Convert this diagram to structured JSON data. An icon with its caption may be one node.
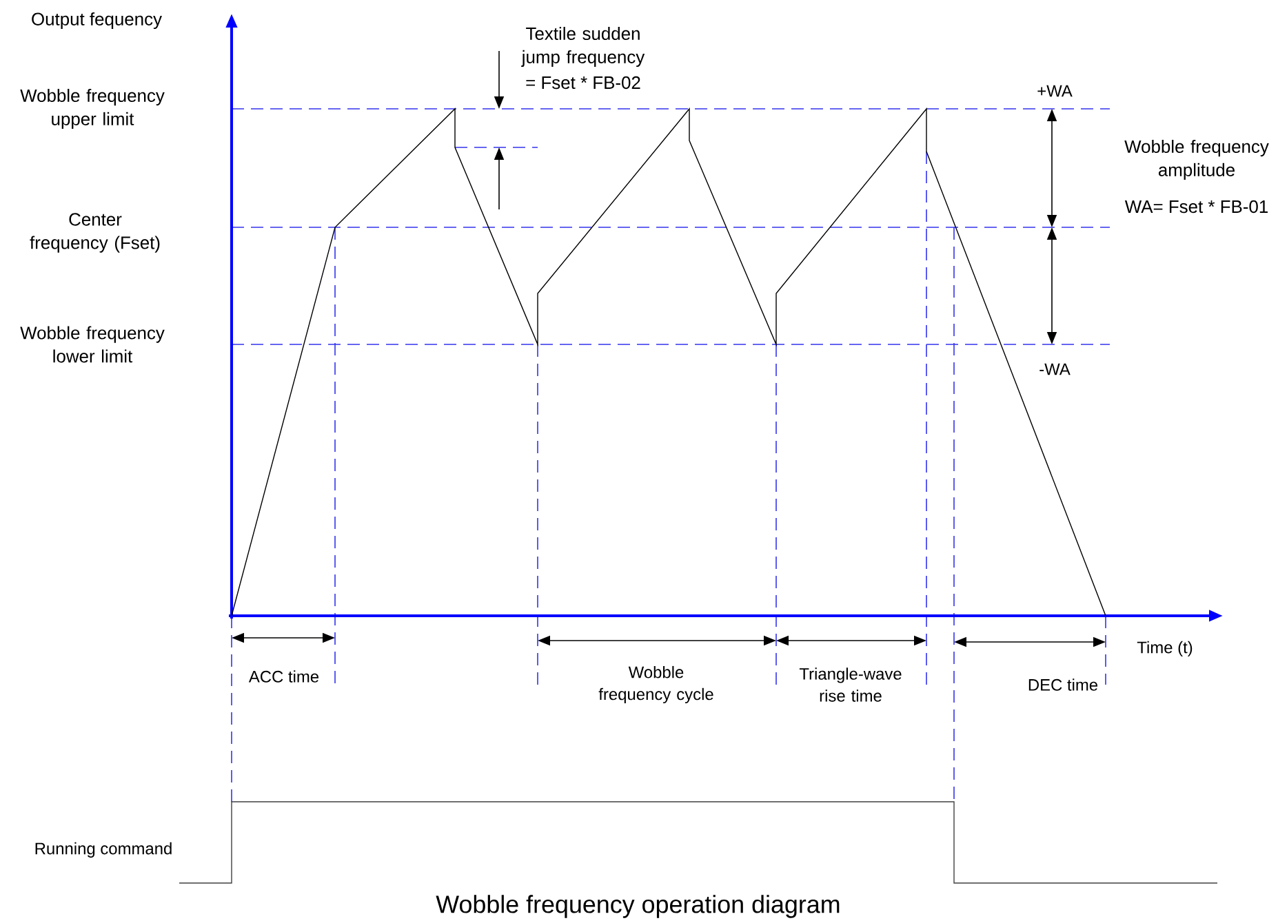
{
  "diagram": {
    "caption": "Wobble frequency operation diagram",
    "labels": [
      "Output fequency",
      "Textile sudden jump frequency",
      "= Fset * FB-02",
      "Wobble frequency upper limit",
      "+WA",
      "Wobble frequency amplitude",
      "WA= Fset * FB-01",
      "Center frequency (Fset)",
      "Wobble frequency lower limit",
      "-WA",
      "Time (t)",
      "ACC time",
      "Wobble frequency cycle",
      "Triangle-wave rise time",
      "DEC time",
      "Running command"
    ]
  }
}
